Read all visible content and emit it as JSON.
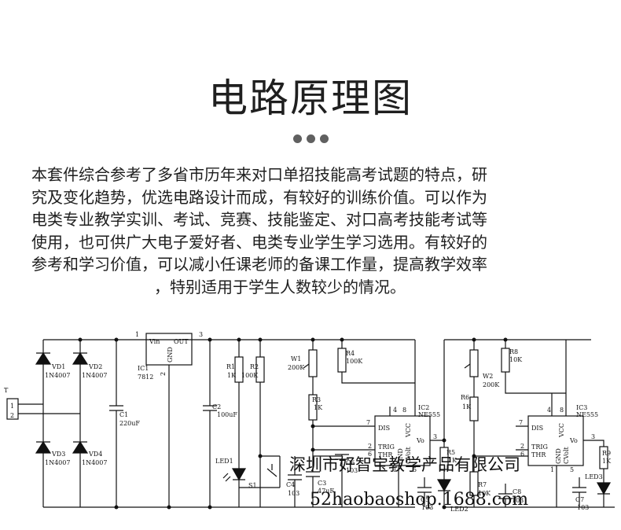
{
  "heading": "电路原理图",
  "intro_lines": [
    "本套件综合参考了多省市历年来对口单招技能高考试题的特点，研",
    "究及变化趋势，优选电路设计而成，有较好的训练价值。可以作为",
    "电类专业教学实训、考试、竞赛、技能鉴定、对口高考技能考试等",
    "使用，也可供广大电子爱好者、电类专业学生学习选用。有较好的",
    "参考和学习价值，可以减小任课老师的备课工作量，提高教学效率",
    "，特别适用于学生人数较少的情况。"
  ],
  "schematic": {
    "connector": {
      "name": "T",
      "pin1": "1",
      "pin2": "2"
    },
    "diodes": [
      {
        "name": "VD1",
        "part": "1N4007"
      },
      {
        "name": "VD2",
        "part": "1N4007"
      },
      {
        "name": "VD3",
        "part": "1N4007"
      },
      {
        "name": "VD4",
        "part": "1N4007"
      }
    ],
    "c1": {
      "name": "C1",
      "value": "220uF"
    },
    "ic1": {
      "name": "IC1",
      "part": "7812",
      "vin": "Vin",
      "out": "OUT",
      "gnd": "GND",
      "pin1": "1",
      "pin2": "2",
      "pin3": "3"
    },
    "c2": {
      "name": "C2",
      "value": "100uF"
    },
    "r1": {
      "name": "R1",
      "value": "1K"
    },
    "r2": {
      "name": "R2",
      "value": "100K"
    },
    "led1": {
      "name": "LED1"
    },
    "s1": {
      "name": "S1"
    },
    "c4": {
      "name": "C4",
      "value": "103"
    },
    "w1": {
      "name": "W1",
      "value": "200K"
    },
    "r4": {
      "name": "R4",
      "value": "100K"
    },
    "r3": {
      "name": "R3",
      "value": "1K"
    },
    "c3": {
      "name": "C3",
      "value": "47uF"
    },
    "c6": {
      "name": "C6",
      "value": "103"
    },
    "ic2": {
      "name": "IC2",
      "part": "NE555",
      "dis": "DIS",
      "trig": "TRIG",
      "thr": "THR",
      "vcc": "VCC",
      "vo": "Vo",
      "gnd": "GND",
      "cvolt": "CVolt",
      "pin4": "4",
      "pin7": "7",
      "pin8": "8",
      "pin3": "3",
      "pin2": "2",
      "pin6": "6",
      "pin1": "1",
      "pin5": "5"
    },
    "c5": {
      "name": "C5",
      "value": "103"
    },
    "r5": {
      "name": "R5",
      "value": "1K"
    },
    "led2": {
      "name": "LED2"
    },
    "w2": {
      "name": "W2",
      "value": "200K"
    },
    "r8": {
      "name": "R8",
      "value": "10K"
    },
    "r6": {
      "name": "R6",
      "value": "1K"
    },
    "r7": {
      "name": "R7",
      "value": "10K"
    },
    "c8": {
      "name": "C8",
      "value": "103"
    },
    "ic3": {
      "name": "IC3",
      "part": "NE555",
      "dis": "DIS",
      "trig": "TRIG",
      "thr": "THR",
      "vcc": "VCC",
      "vo": "Vo",
      "gnd": "GND",
      "cvolt": "CVolt",
      "pin4": "4",
      "pin7": "7",
      "pin8": "8",
      "pin3": "3",
      "pin2": "2",
      "pin6": "6",
      "pin1": "1",
      "pin5": "5"
    },
    "c7": {
      "name": "C7",
      "value": "103"
    },
    "r9": {
      "name": "R9",
      "value": "1K"
    },
    "led3": {
      "name": "LED3"
    }
  },
  "watermark": {
    "line1": "深圳市好智宝教学产品有限公司",
    "line2": "52haobaoshop.1688.com"
  }
}
